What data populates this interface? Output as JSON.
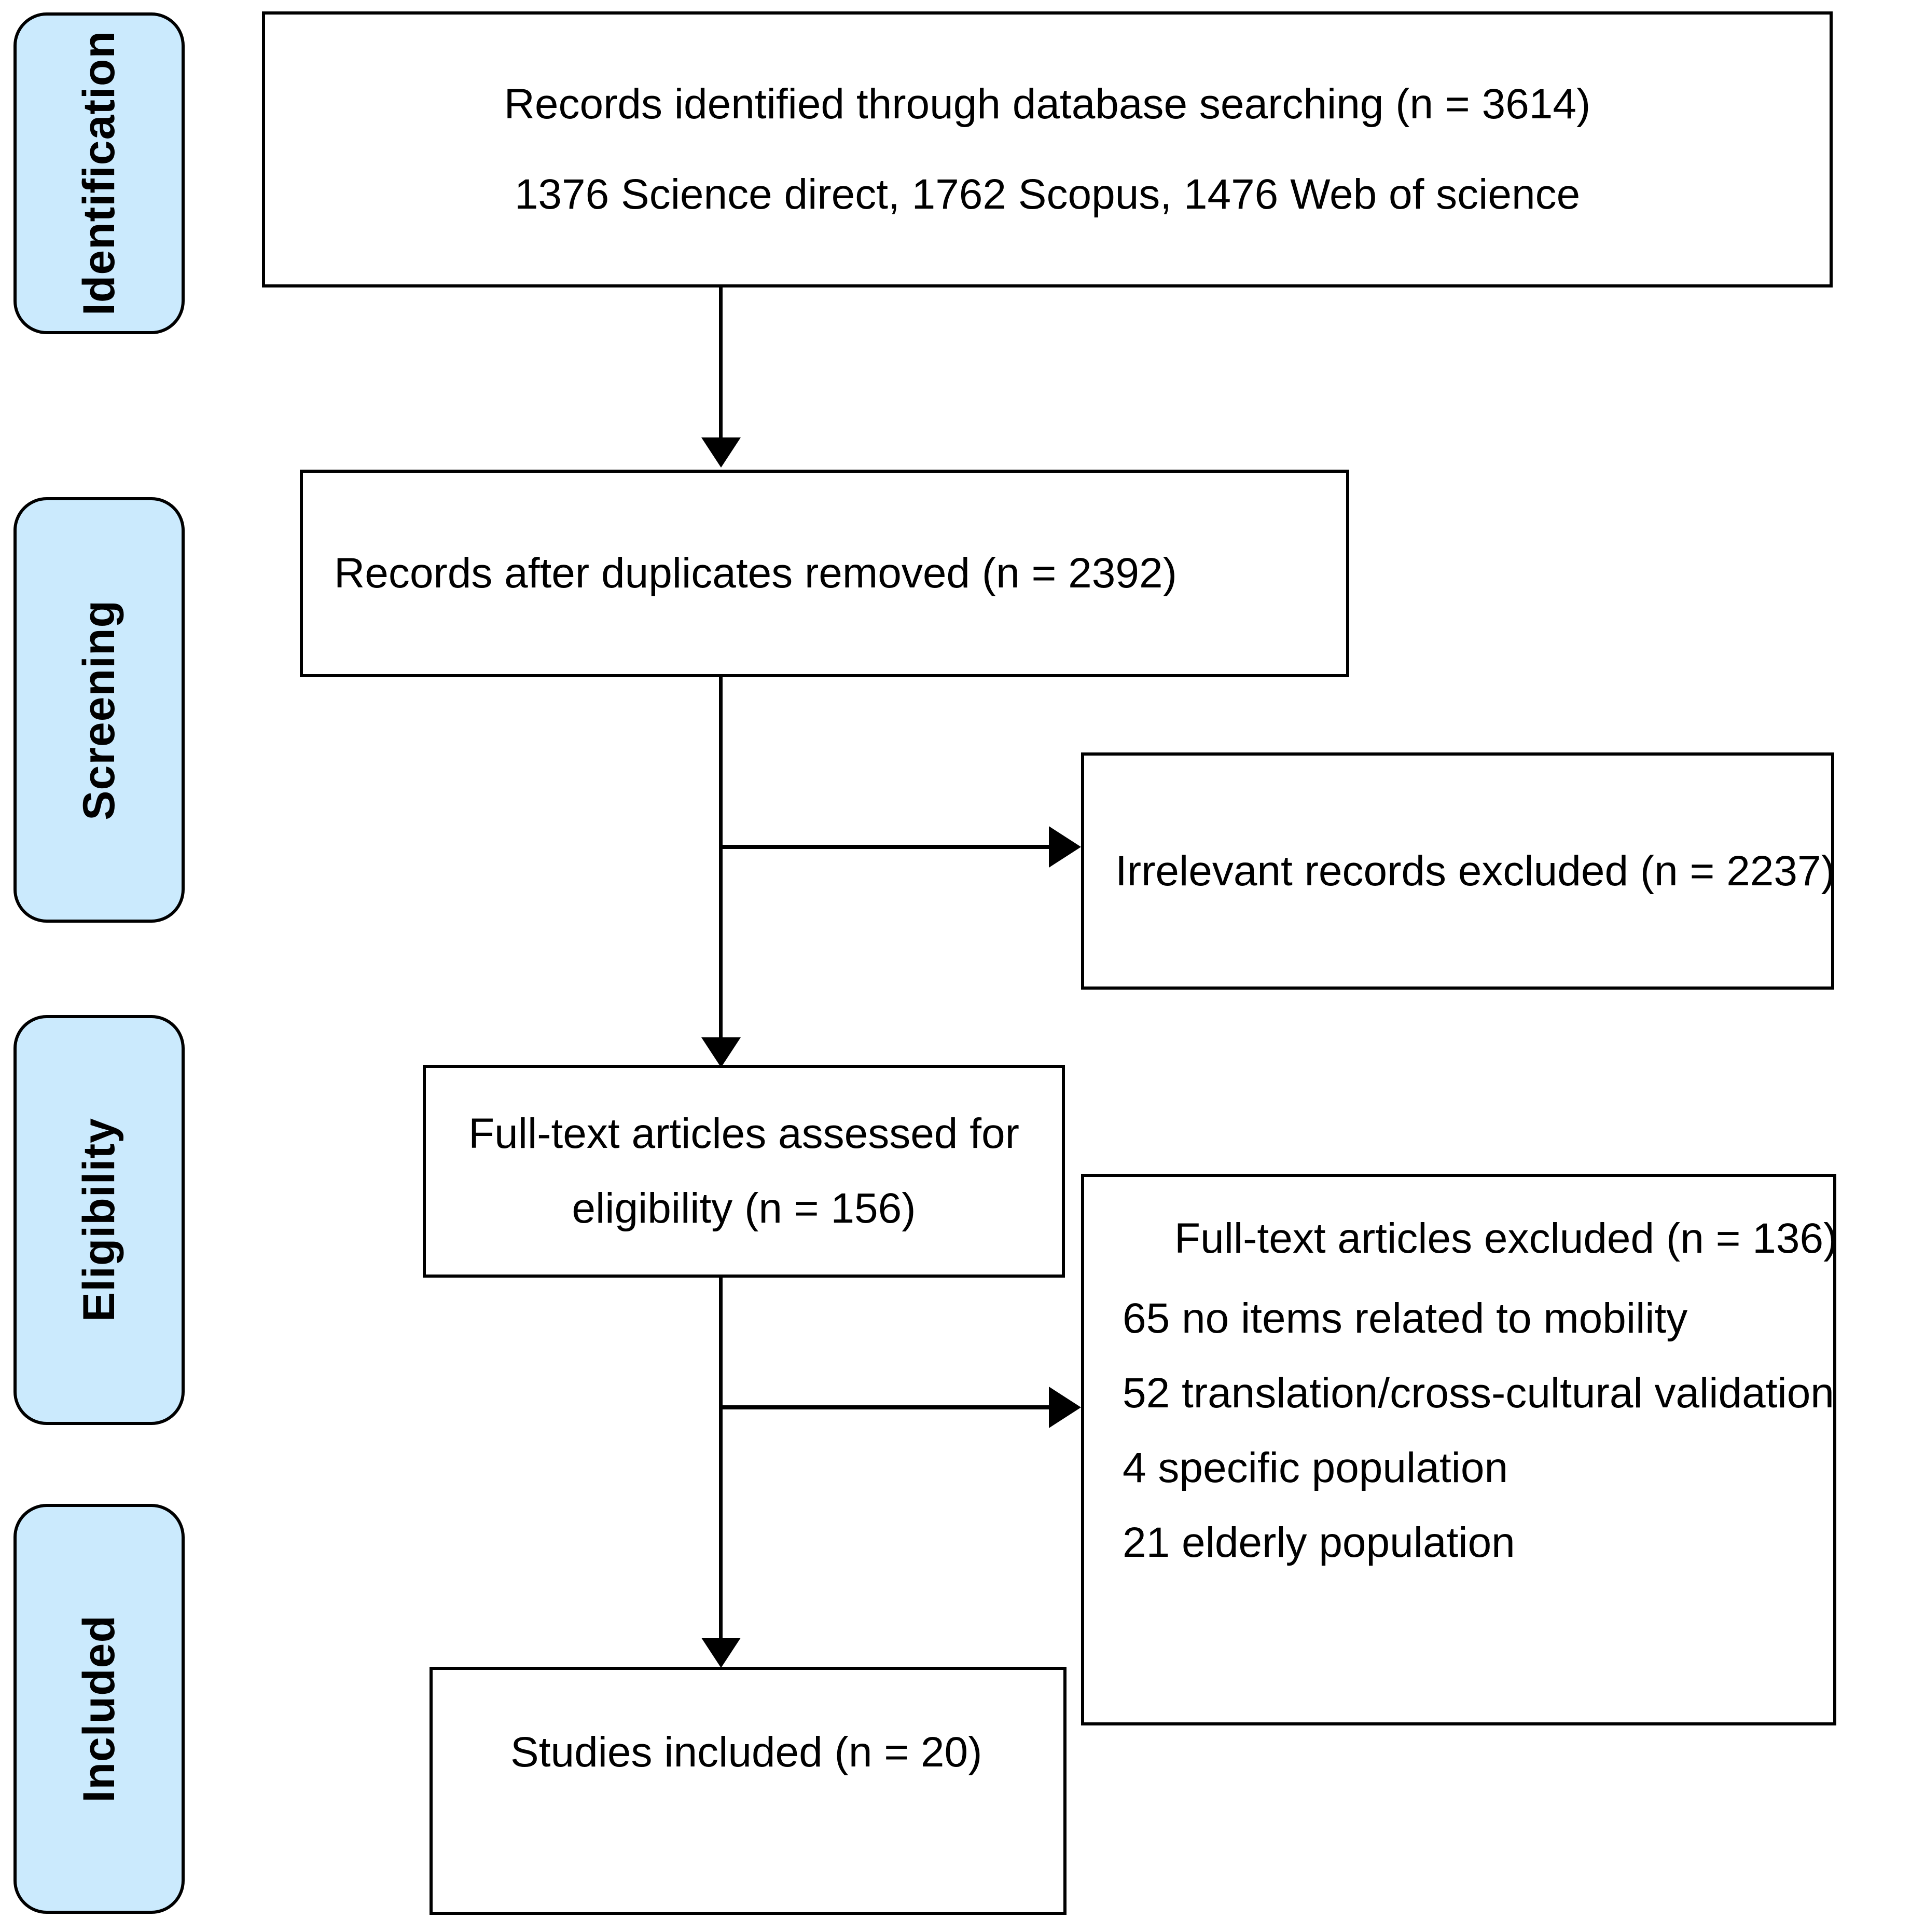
{
  "diagram": {
    "title": "PRISMA study selection flow diagram",
    "colors": {
      "stage_fill": "#cbeafd",
      "stage_border": "#000000",
      "node_border": "#000000",
      "node_fill": "#ffffff",
      "connector": "#000000",
      "text": "#000000"
    },
    "stages": [
      {
        "id": "identification",
        "label": "Identification"
      },
      {
        "id": "screening",
        "label": "Screening"
      },
      {
        "id": "eligibility",
        "label": "Eligibility"
      },
      {
        "id": "included",
        "label": "Included"
      }
    ],
    "nodes": {
      "identified": {
        "line1": "Records identified through database searching (n = 3614)",
        "line2": "1376  Science direct, 1762  Scopus, 1476  Web of science",
        "n": 3614,
        "sources": [
          {
            "name": "Science direct",
            "count": 1376
          },
          {
            "name": "Scopus",
            "count": 1762
          },
          {
            "name": "Web of science",
            "count": 1476
          }
        ]
      },
      "after_duplicates": {
        "line1": "Records after duplicates removed (n = 2392)",
        "n": 2392
      },
      "irrelevant_excluded": {
        "line1": "Irrelevant records excluded (n = 2237)",
        "n": 2237
      },
      "fulltext_assessed": {
        "line1": "Full-text articles assessed for",
        "line2": "eligibility  (n = 156)",
        "n": 156
      },
      "fulltext_excluded": {
        "heading": "Full-text articles excluded (n = 136)",
        "n": 136,
        "reasons": [
          {
            "count": 65,
            "text": "65  no items related to mobility"
          },
          {
            "count": 52,
            "text": "52  translation/cross-cultural validation"
          },
          {
            "count": 4,
            "text": "4 specific population"
          },
          {
            "count": 21,
            "text": "21  elderly population"
          }
        ]
      },
      "studies_included": {
        "line1": "Studies included (n = 20)",
        "n": 20
      }
    }
  }
}
